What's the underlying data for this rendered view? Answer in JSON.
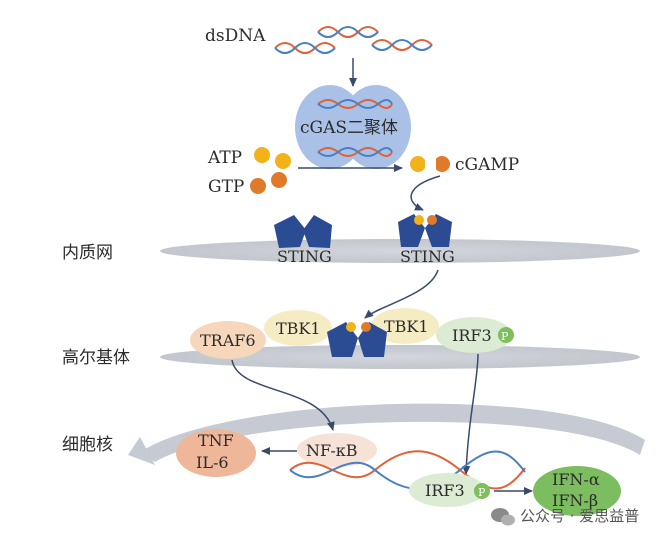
{
  "diagram": {
    "dsdna": "dsDNA",
    "cgas": "cGAS二聚体",
    "atp": "ATP",
    "gtp": "GTP",
    "cgamp": "cGAMP",
    "er": "内质网",
    "sting_left": "STING",
    "sting_right": "STING",
    "golgi": "高尔基体",
    "traf6": "TRAF6",
    "tbk1_left": "TBK1",
    "tbk1_right": "TBK1",
    "irf3_golgi": "IRF3",
    "p_golgi": "P",
    "nucleus": "细胞核",
    "tnf": "TNF",
    "il6": "IL-6",
    "nfkb": "NF-κB",
    "irf3_nucleus": "IRF3",
    "p_nucleus": "P",
    "ifn_a": "IFN-α",
    "ifn_b": "IFN-β"
  },
  "watermark": {
    "text": "公众号 · 爱思益普"
  },
  "colors": {
    "membrane": "#c9ccd3",
    "sting": "#2b4c93",
    "atp": "#f2b21b",
    "gtp": "#e07a2b",
    "dna_red": "#e0623a",
    "dna_blue": "#4a7fc4",
    "cgas_fill": "#a9c1e6",
    "traf6_fill": "#f6d7bc",
    "tbk1_fill": "#f6ecc4",
    "irf3_fill": "#dcebd3",
    "tnf_fill": "#eeb79a",
    "nfkb_fill": "#f7e2d7",
    "ifn_fill": "#7cbd5f",
    "p_fill": "#7fbe5c",
    "arrow": "#3a4a6b"
  },
  "icons": [
    "wechat-icon"
  ]
}
